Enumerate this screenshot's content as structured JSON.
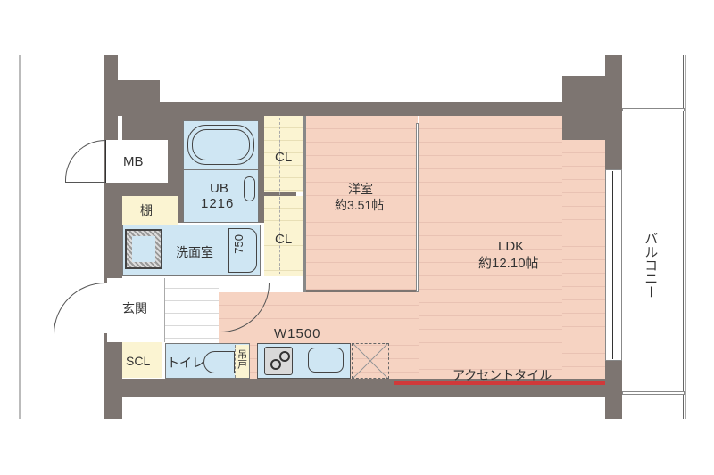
{
  "floorplan": {
    "rooms": {
      "mb": {
        "label": "MB"
      },
      "shelf": {
        "label": "棚"
      },
      "ub": {
        "label": "UB",
        "size": "1216"
      },
      "washroom": {
        "label": "洗面室",
        "vanity_width": "750"
      },
      "cl_upper": {
        "label": "CL"
      },
      "cl_lower": {
        "label": "CL"
      },
      "western_room": {
        "label": "洋室",
        "area": "約3.51帖"
      },
      "ldk": {
        "label": "LDK",
        "area": "約12.10帖"
      },
      "entrance": {
        "label": "玄関"
      },
      "scl": {
        "label": "SCL"
      },
      "toilet": {
        "label": "トイレ",
        "storage": "吊戸"
      },
      "kitchen": {
        "label": "W1500"
      },
      "accent": {
        "label": "アクセントタイル"
      },
      "balcony": {
        "label": "バルコニー"
      }
    },
    "colors": {
      "wall": "#7d7571",
      "floor": "#f6d3c2",
      "wet_area": "#cfe6f3",
      "closet": "#fbf4d2",
      "accent_tile": "#d0393a"
    }
  }
}
